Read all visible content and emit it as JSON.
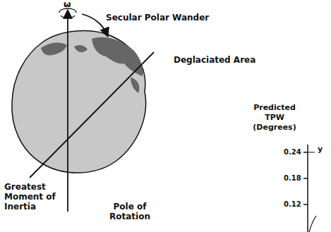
{
  "diagram": {
    "labels": [
      "ω",
      "Secular Polar Wander",
      "Deglaciated Area",
      "Greatest Moment of Inertia",
      "Pole of Rotation",
      "Predicted TPW (Degrees)",
      "0.24",
      "0.18",
      "0.12",
      "y"
    ]
  }
}
